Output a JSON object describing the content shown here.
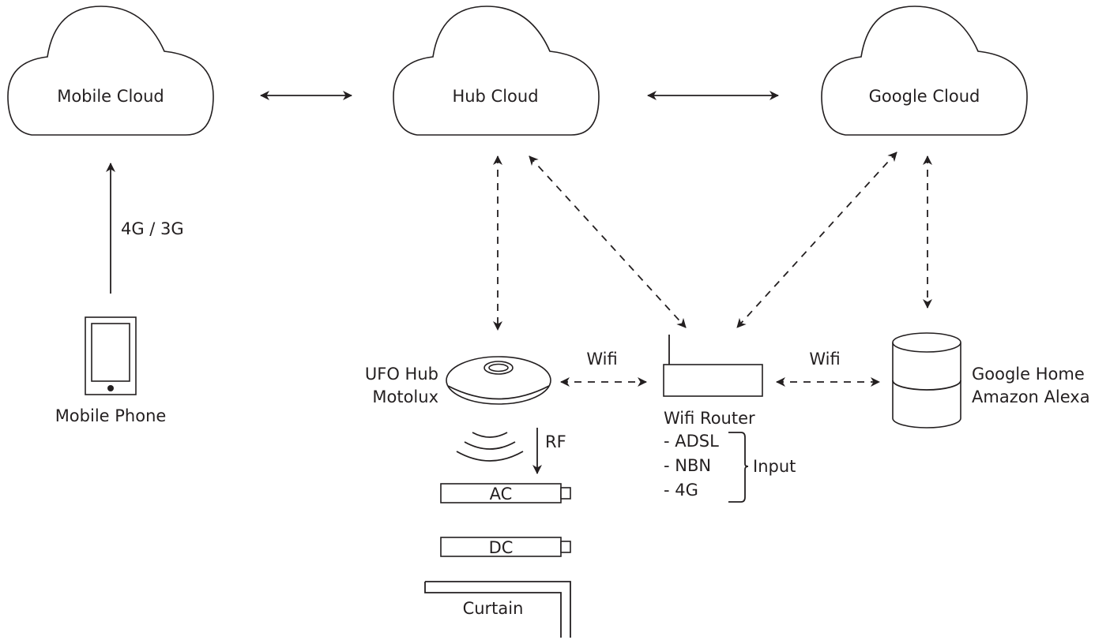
{
  "nodes": {
    "mobile_cloud": "Mobile Cloud",
    "hub_cloud": "Hub Cloud",
    "google_cloud": "Google Cloud",
    "mobile_phone": "Mobile Phone",
    "ufo_hub_line1": "UFO Hub",
    "ufo_hub_line2": "Motolux",
    "wifi_router": "Wifi Router",
    "google_home_line1": "Google Home",
    "google_home_line2": "Amazon Alexa",
    "ac": "AC",
    "dc": "DC",
    "curtain": "Curtain"
  },
  "connections": {
    "phone_to_cloud": "4G / 3G",
    "hub_to_router": "Wifi",
    "router_to_google_home": "Wifi",
    "hub_to_devices": "RF"
  },
  "router_inputs": {
    "items": [
      "- ADSL",
      "- NBN",
      "- 4G"
    ],
    "group_label": "Input"
  },
  "colors": {
    "stroke": "#231f20",
    "background": "#ffffff"
  }
}
